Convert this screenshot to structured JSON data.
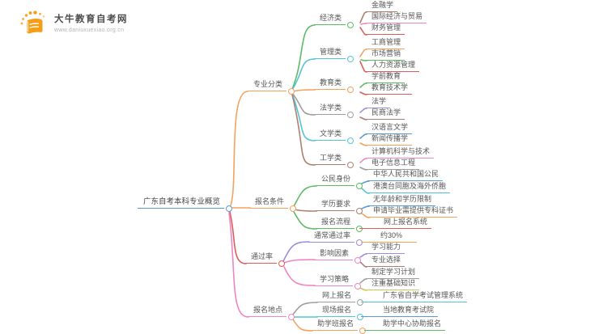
{
  "logo": {
    "title": "大牛教育自考网",
    "url": "www.daniuxuexiao.org.cn",
    "brand_color": "#f49d17"
  },
  "palette": {
    "blue": "#5b9bd5",
    "orange": "#f5a25d",
    "green": "#5dbb63",
    "cyan": "#54c5d6",
    "red": "#e05c5c",
    "pink": "#ef86c0",
    "purple": "#a08cd8",
    "brown": "#ab8071",
    "gray": "#9e9e9e",
    "yellow_green": "#c6cc51",
    "text": "#555555"
  },
  "mindmap": {
    "root": {
      "label": "广东自考本科专业概览",
      "color": "#5b9bd5"
    },
    "branches": [
      {
        "label": "专业分类",
        "color": "#f5a25d",
        "children": [
          {
            "label": "经济类",
            "color": "#5dbb63",
            "children": [
              {
                "label": "金融学",
                "color": "#ab8071"
              },
              {
                "label": "国际经济与贸易",
                "color": "#ef86c0"
              },
              {
                "label": "财务管理",
                "color": "#e05c5c"
              }
            ]
          },
          {
            "label": "管理类",
            "color": "#54c5d6",
            "children": [
              {
                "label": "工商管理",
                "color": "#f5a25d"
              },
              {
                "label": "市场营销",
                "color": "#5dbb63"
              },
              {
                "label": "人力资源管理",
                "color": "#e05c5c"
              }
            ]
          },
          {
            "label": "教育类",
            "color": "#f5a25d",
            "children": [
              {
                "label": "学前教育",
                "color": "#5dbb63"
              },
              {
                "label": "教育技术学",
                "color": "#e05c5c"
              }
            ]
          },
          {
            "label": "法学类",
            "color": "#9e9e9e",
            "children": [
              {
                "label": "法学",
                "color": "#a08cd8"
              },
              {
                "label": "民商法学",
                "color": "#ab8071"
              }
            ]
          },
          {
            "label": "文学类",
            "color": "#54c5d6",
            "children": [
              {
                "label": "汉语言文学",
                "color": "#5b9bd5"
              },
              {
                "label": "新闻传播学",
                "color": "#f5a25d"
              }
            ]
          },
          {
            "label": "工学类",
            "color": "#ab8071",
            "children": [
              {
                "label": "计算机科学与技术",
                "color": "#ef86c0"
              },
              {
                "label": "电子信息工程",
                "color": "#9e9e9e"
              }
            ]
          }
        ]
      },
      {
        "label": "报名条件",
        "color": "#f5a25d",
        "children": [
          {
            "label": "公民身份",
            "color": "#5dbb63",
            "children": [
              {
                "label": "中华人民共和国公民",
                "color": "#5b9bd5"
              },
              {
                "label": "港澳台同胞及海外侨胞",
                "color": "#54c5d6"
              }
            ]
          },
          {
            "label": "学历要求",
            "color": "#ab8071",
            "children": [
              {
                "label": "无年龄和学历限制",
                "color": "#5b9bd5"
              },
              {
                "label": "申请毕业需提供专科证书",
                "color": "#f5a25d"
              }
            ]
          },
          {
            "label": "报名流程",
            "color": "#5dbb63",
            "children": [
              {
                "label": "网上报名系统",
                "color": "#e05c5c"
              }
            ]
          }
        ]
      },
      {
        "label": "通过率",
        "color": "#e05c5c",
        "children": [
          {
            "label": "通常通过率",
            "color": "#a08cd8",
            "children": [
              {
                "label": "约30%",
                "color": "#f5a25d"
              }
            ]
          },
          {
            "label": "影响因素",
            "color": "#ef86c0",
            "children": [
              {
                "label": "学习能力",
                "color": "#a08cd8"
              },
              {
                "label": "专业选择",
                "color": "#ab8071"
              }
            ]
          },
          {
            "label": "学习策略",
            "color": "#ef86c0",
            "children": [
              {
                "label": "制定学习计划",
                "color": "#9e9e9e"
              },
              {
                "label": "注重基础知识",
                "color": "#c6cc51"
              }
            ]
          }
        ]
      },
      {
        "label": "报名地点",
        "color": "#ef86c0",
        "children": [
          {
            "label": "网上报名",
            "color": "#9e9e9e",
            "children": [
              {
                "label": "广东省自学考试管理系统",
                "color": "#54c5d6"
              }
            ]
          },
          {
            "label": "现场报名",
            "color": "#54c5d6",
            "children": [
              {
                "label": "当地教育考试院",
                "color": "#5b9bd5"
              }
            ]
          },
          {
            "label": "助学班报名",
            "color": "#f5a25d",
            "children": [
              {
                "label": "助学中心协助报名",
                "color": "#5dbb63"
              }
            ]
          }
        ]
      }
    ]
  }
}
